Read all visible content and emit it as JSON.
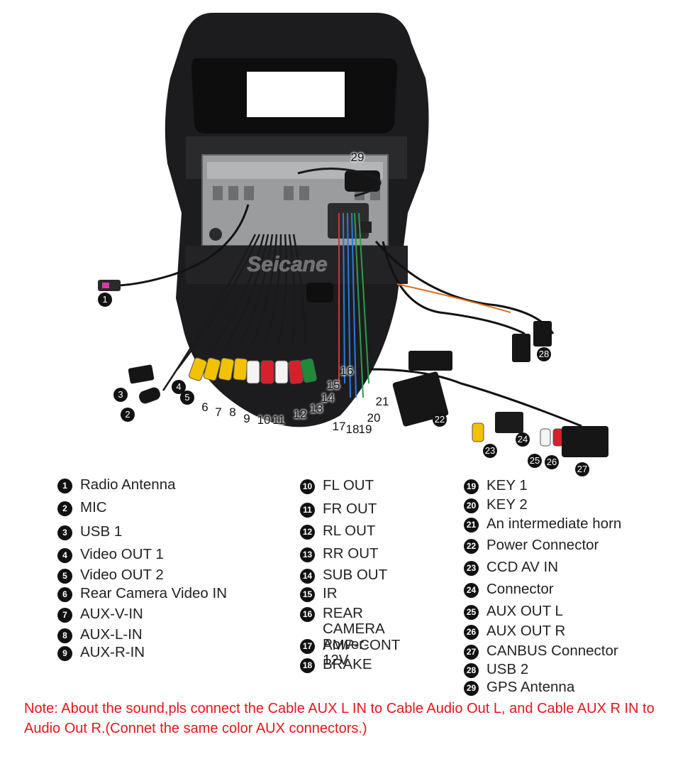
{
  "watermark": "Seicane",
  "callouts": {
    "c1": "1",
    "c2": "2",
    "c3": "3",
    "c4": "4",
    "c5": "5",
    "c6": "6",
    "c7": "7",
    "c8": "8",
    "c9": "9",
    "c10": "10",
    "c11": "11",
    "c12": "12",
    "c13": "13",
    "c14": "14",
    "c15": "15",
    "c16": "16",
    "c17": "17",
    "c18": "18",
    "c19": "19",
    "c20": "20",
    "c21": "21",
    "c22": "22",
    "c23": "23",
    "c24": "24",
    "c25": "25",
    "c26": "26",
    "c27": "27",
    "c28": "28",
    "c29": "29"
  },
  "legend": {
    "col1": [
      {
        "num": "1",
        "label": "Radio Antenna"
      },
      {
        "num": "2",
        "label": "MIC"
      },
      {
        "num": "3",
        "label": "USB 1"
      },
      {
        "num": "4",
        "label": "Video OUT 1"
      },
      {
        "num": "5",
        "label": "Video OUT 2"
      },
      {
        "num": "6",
        "label": "Rear Camera Video IN"
      },
      {
        "num": "7",
        "label": "AUX-V-IN"
      },
      {
        "num": "8",
        "label": "AUX-L-IN"
      },
      {
        "num": "9",
        "label": "AUX-R-IN"
      }
    ],
    "col2": [
      {
        "num": "10",
        "label": "FL OUT"
      },
      {
        "num": "11",
        "label": "FR OUT"
      },
      {
        "num": "12",
        "label": "RL OUT"
      },
      {
        "num": "13",
        "label": "RR OUT"
      },
      {
        "num": "14",
        "label": "SUB OUT"
      },
      {
        "num": "15",
        "label": "IR"
      },
      {
        "num": "16",
        "label": "REAR CAMERA\nPower-12V"
      },
      {
        "num": "17",
        "label": "AMP-CONT"
      },
      {
        "num": "18",
        "label": "BRAKE"
      }
    ],
    "col3": [
      {
        "num": "19",
        "label": "KEY 1"
      },
      {
        "num": "20",
        "label": "KEY 2"
      },
      {
        "num": "21",
        "label": "An intermediate horn"
      },
      {
        "num": "22",
        "label": "Power Connector"
      },
      {
        "num": "23",
        "label": "CCD AV IN"
      },
      {
        "num": "24",
        "label": "Connector"
      },
      {
        "num": "25",
        "label": "AUX OUT L"
      },
      {
        "num": "26",
        "label": "AUX OUT R"
      },
      {
        "num": "27",
        "label": "CANBUS Connector"
      },
      {
        "num": "28",
        "label": "USB 2"
      },
      {
        "num": "29",
        "label": "GPS Antenna"
      }
    ]
  },
  "note": "Note: About the sound,pls connect the Cable AUX L IN to Cable Audio Out L, and Cable AUX R IN to  Audio Out R.(Connet the same color AUX connectors.)",
  "colors": {
    "frame": "#1c1c1e",
    "note_text": "#e8141b",
    "rca_yellow": "#f2c200",
    "rca_white": "#f4f4f4",
    "rca_red": "#d8202a",
    "rca_green": "#1e8a3a"
  }
}
